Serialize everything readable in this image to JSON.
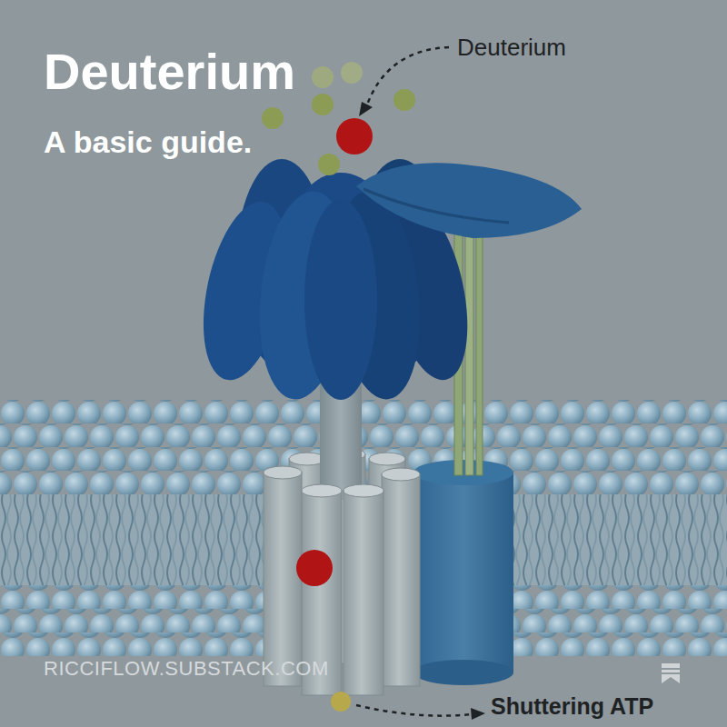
{
  "diagram": {
    "title": "Deuterium",
    "labels": [
      "A basic guide.",
      "Deuterium",
      "Shuttering ATP",
      "RICCIFLOW.SUBSTACK.COM"
    ]
  }
}
